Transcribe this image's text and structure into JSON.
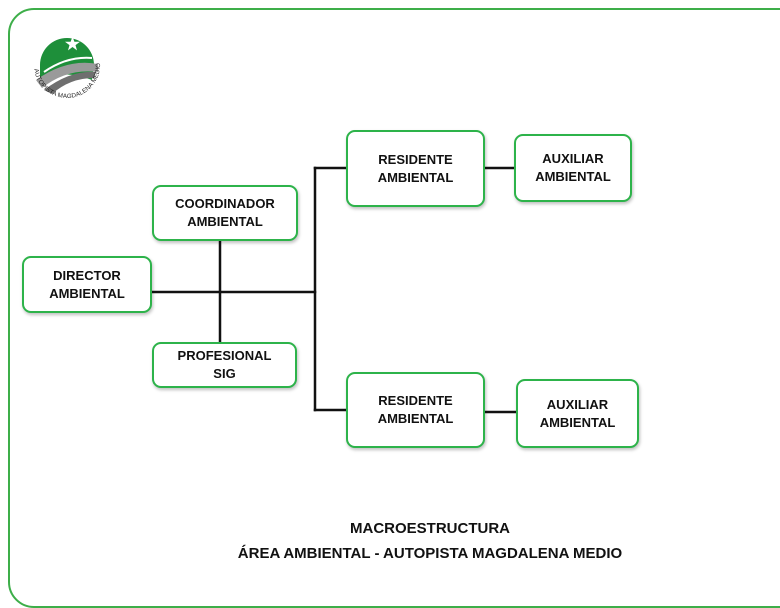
{
  "logo": {
    "ring_text": "AUTOPISTA MAGDALENA MEDIO",
    "icon": "star-road-logo",
    "colors": {
      "green": "#1e8f3a",
      "gray": "#8a8a8a",
      "star": "#ffffff"
    }
  },
  "nodes": {
    "director": [
      "DIRECTOR",
      "AMBIENTAL"
    ],
    "coordinador": [
      "COORDINADOR",
      "AMBIENTAL"
    ],
    "profesional": [
      "PROFESIONAL",
      "SIG"
    ],
    "residente_1": [
      "RESIDENTE",
      "AMBIENTAL"
    ],
    "auxiliar_1": [
      "AUXILIAR",
      "AMBIENTAL"
    ],
    "residente_2": [
      "RESIDENTE",
      "AMBIENTAL"
    ],
    "auxiliar_2": [
      "AUXILIAR",
      "AMBIENTAL"
    ]
  },
  "footer": {
    "line1": "MACROESTRUCTURA",
    "line2": "ÁREA AMBIENTAL - AUTOPISTA MAGDALENA MEDIO"
  },
  "colors": {
    "border": "#2db34a",
    "frame": "#3dae49",
    "connector": "#111111"
  }
}
